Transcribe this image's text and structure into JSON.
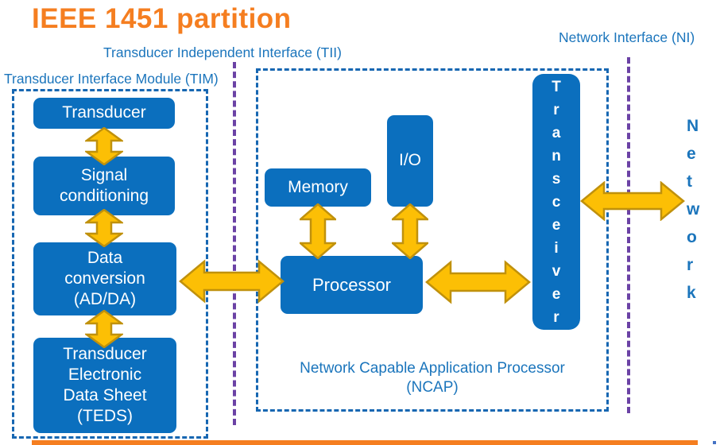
{
  "title": "IEEE 1451 partition",
  "labels": {
    "tii": "Transducer  Independent Interface (TII)",
    "ni": "Network Interface (NI)",
    "tim": "Transducer Interface Module (TIM)",
    "ncap_line1": "Network Capable Application Processor",
    "ncap_line2": "(NCAP)",
    "network": "Network"
  },
  "blocks": {
    "transducer": "Transducer",
    "signal_conditioning": "Signal\nconditioning",
    "data_conversion": "Data\nconversion\n(AD/DA)",
    "teds": "Transducer\nElectronic\nData Sheet\n(TEDS)",
    "memory": "Memory",
    "io": "I/O",
    "processor": "Processor",
    "transceiver": "Transceiver"
  },
  "icons": {
    "double_arrow": "double-headed-arrow"
  },
  "colors": {
    "title_orange": "#F57E20",
    "block_blue": "#0B6FBE",
    "label_blue": "#1B75BC",
    "dashed_blue": "#1767B2",
    "interface_purple": "#6B42A5",
    "arrow_gold_fill": "#FCBF05",
    "arrow_gold_stroke": "#C0910C",
    "bottom_bar_orange": "#F57E20"
  }
}
